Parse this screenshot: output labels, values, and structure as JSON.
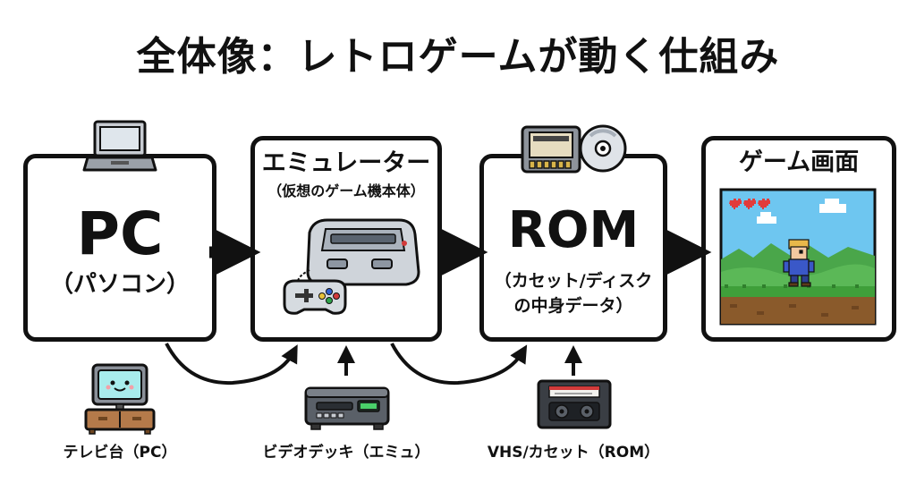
{
  "title": "全体像：レトロゲームが動く仕組み",
  "nodes": {
    "pc": {
      "label": "PC",
      "sublabel": "（パソコン）"
    },
    "emulator": {
      "label": "エミュレーター",
      "sublabel": "（仮想のゲーム機本体）"
    },
    "rom": {
      "label": "ROM",
      "sublabel_line1": "（カセット/ディスク",
      "sublabel_line2": "の中身データ）"
    },
    "screen": {
      "label": "ゲーム画面"
    }
  },
  "analogies": {
    "tv_stand": {
      "caption": "テレビ台（PC）",
      "icon": "tv-on-stand-icon"
    },
    "video_deck": {
      "caption": "ビデオデッキ（エミュ）",
      "icon": "vcr-icon"
    },
    "vhs": {
      "caption": "VHS/カセット（ROM）",
      "icon": "vhs-tape-icon"
    }
  },
  "colors": {
    "border": "#111111",
    "sky": "#6ec6f0",
    "grass": "#3f9f3a",
    "dirt": "#8a5a2b",
    "hero_hair": "#e8b84a",
    "hero_body": "#3a58c8",
    "heart": "#e23b3b"
  }
}
